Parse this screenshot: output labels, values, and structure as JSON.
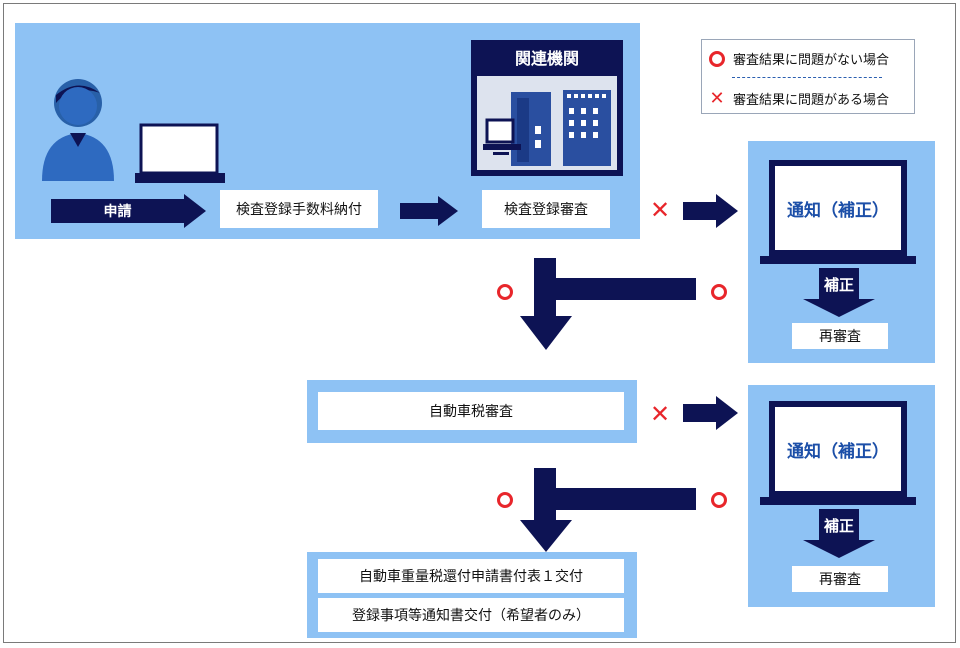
{
  "legend": {
    "ok_symbol": "○",
    "ok_text": "審査結果に問題がない場合",
    "ng_symbol": "✕",
    "ng_text": "審査結果に問題がある場合"
  },
  "applicant": {
    "apply_label": "申請",
    "fee_label": "検査登録手数料納付"
  },
  "agency": {
    "title": "関連機関",
    "review_label": "検査登録審査"
  },
  "notice1": {
    "title": "通知（補正）",
    "fix_label": "補正",
    "rereview_label": "再審査"
  },
  "tax_review_label": "自動車税審査",
  "notice2": {
    "title": "通知（補正）",
    "fix_label": "補正",
    "rereview_label": "再審査"
  },
  "final": {
    "item1": "自動車重量税還付申請書付表１交付",
    "item2": "登録事項等通知書交付（希望者のみ）"
  },
  "colors": {
    "panel": "#8ec2f4",
    "navy": "#0d1354",
    "ok": "#e8262b",
    "title_blue": "#1c4fa8"
  }
}
